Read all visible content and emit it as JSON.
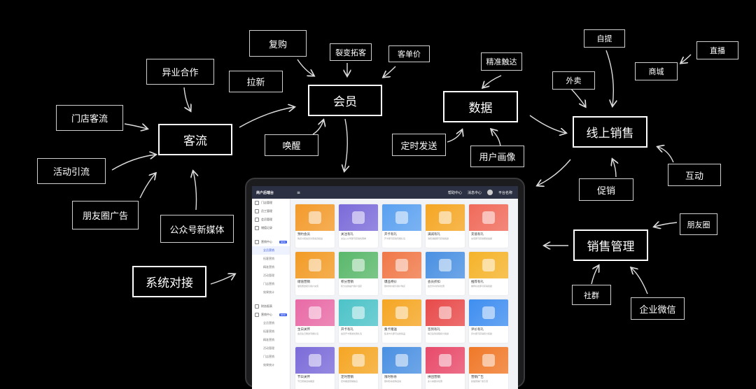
{
  "nodes": {
    "fugou": "复购",
    "liebian": "裂变拓客",
    "kedanjia": "客单价",
    "yiye": "异业合作",
    "laxin": "拉新",
    "huiyuan": "会员",
    "jingzhun": "精准触达",
    "shuju": "数据",
    "ziti": "自提",
    "zhibo": "直播",
    "shangcheng": "商城",
    "waimai": "外卖",
    "mendian": "门店客流",
    "keliu": "客流",
    "xianshang": "线上销售",
    "huanxing": "唤醒",
    "dingshi": "定时发送",
    "huaxiang": "用户画像",
    "huodong": "活动引流",
    "hudong": "互动",
    "cuxiao": "促销",
    "pengyouquan_gg": "朋友圈广告",
    "gongzhonghao": "公众号新媒体",
    "pengyouquan": "朋友圈",
    "xiaoshou": "销售管理",
    "xitong": "系统对接",
    "shequn": "社群",
    "qiyeweixin": "企业微信"
  },
  "tablet": {
    "brand": "商户后端台",
    "topbar_right": [
      "帮助中心",
      "消息中心",
      "平台名称"
    ],
    "sidebar": [
      {
        "label": "门店管理",
        "type": "item"
      },
      {
        "label": "员工管理",
        "type": "item"
      },
      {
        "label": "会员管理",
        "type": "item"
      },
      {
        "label": "储值记录",
        "type": "item"
      },
      {
        "label": "营销中心",
        "type": "item",
        "badge": "NEW"
      },
      {
        "label": "全员营销",
        "type": "sub"
      },
      {
        "label": "拓客营销",
        "type": "sub"
      },
      {
        "label": "精准营销",
        "type": "sub"
      },
      {
        "label": "活动管理",
        "type": "sub"
      },
      {
        "label": "门店营销",
        "type": "sub"
      },
      {
        "label": "效果统计",
        "type": "sub"
      },
      {
        "label": "财务报表",
        "type": "item"
      },
      {
        "label": "营销中心",
        "type": "item",
        "badge": "NEW"
      },
      {
        "label": "全员营销",
        "type": "sub"
      },
      {
        "label": "拓客营销",
        "type": "sub"
      },
      {
        "label": "精准营销",
        "type": "sub"
      },
      {
        "label": "活动管理",
        "type": "sub"
      },
      {
        "label": "门店营销",
        "type": "sub"
      },
      {
        "label": "效果统计",
        "type": "sub"
      }
    ],
    "cards": [
      {
        "title": "预约会员",
        "desc": "购买付费会员享受会员权益",
        "color": "#f39a2b"
      },
      {
        "title": "关注有礼",
        "desc": "关注公众号即可获得优惠券",
        "color": "#7b6bd9"
      },
      {
        "title": "开卡有礼",
        "desc": "开卡即可获得专属礼包",
        "color": "#5aa0f0"
      },
      {
        "title": "满减有礼",
        "desc": "消费满额即可获得奖励",
        "color": "#f5a623"
      },
      {
        "title": "充值有礼",
        "desc": "充值即可获得赠送金额",
        "color": "#f06a5a"
      },
      {
        "title": "储值营销",
        "desc": "储值赠送吸引用户充值",
        "color": "#f29b25"
      },
      {
        "title": "积分营销",
        "desc": "积分兑换提升用户活跃",
        "color": "#5ab86b"
      },
      {
        "title": "爆品特价",
        "desc": "限时特价吸引用户购买",
        "color": "#f07848"
      },
      {
        "title": "会员折扣",
        "desc": "会员专享折扣优惠",
        "color": "#4a90e2"
      },
      {
        "title": "推荐有礼",
        "desc": "推荐好友即可获得奖励",
        "color": "#f5b32a"
      },
      {
        "title": "生日关怀",
        "desc": "会员生日赠送专属礼包",
        "color": "#e86aa6"
      },
      {
        "title": "开卡有礼",
        "desc": "会员开卡赠送优惠礼包",
        "color": "#4cc3c8"
      },
      {
        "title": "集卡赠送",
        "desc": "集满卡片即可兑换奖品",
        "color": "#f5a623"
      },
      {
        "title": "签到有礼",
        "desc": "每日签到领取积分奖励",
        "color": "#e84a4a"
      },
      {
        "title": "评价有礼",
        "desc": "评价即可获得积分奖励",
        "color": "#3f8ef0"
      },
      {
        "title": "节日关怀",
        "desc": "节日营销活动推送",
        "color": "#7b6bd9"
      },
      {
        "title": "定时营销",
        "desc": "定时推送营销信息",
        "color": "#f5a623"
      },
      {
        "title": "限时秒杀",
        "desc": "限时秒杀抢购活动",
        "color": "#4a90e2"
      },
      {
        "title": "拼团营销",
        "desc": "多人拼团享优惠",
        "color": "#e84a6a"
      },
      {
        "title": "营销广告",
        "desc": "投放营销广告引流",
        "color": "#f07828"
      }
    ]
  }
}
